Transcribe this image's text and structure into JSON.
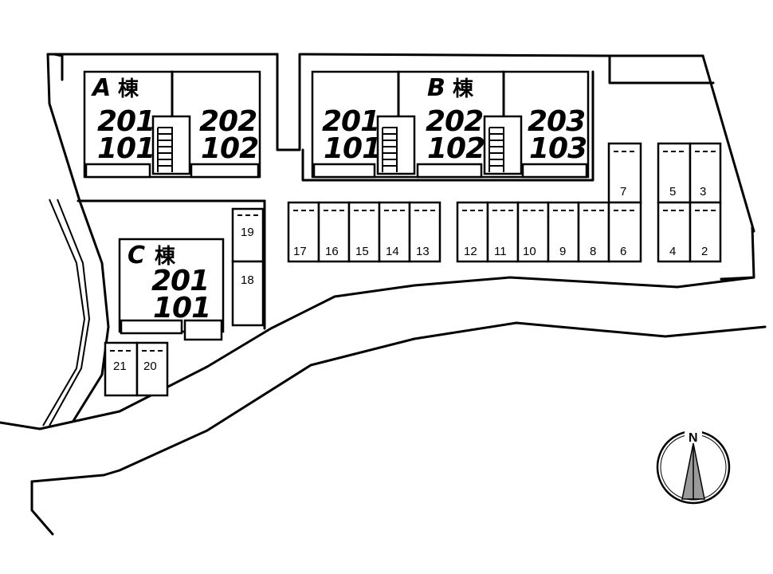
{
  "buildings": {
    "a": {
      "title_letter": "A",
      "title_suffix": "棟",
      "units": [
        "201",
        "101",
        "202",
        "102"
      ]
    },
    "b": {
      "title_letter": "B",
      "title_suffix": "棟",
      "units": [
        "201",
        "101",
        "202",
        "102",
        "203",
        "103"
      ]
    },
    "c": {
      "title_letter": "C",
      "title_suffix": "棟",
      "units": [
        "201",
        "101"
      ]
    }
  },
  "parking": {
    "row_top_right": [
      "7",
      "5",
      "3"
    ],
    "row_main": [
      "17",
      "16",
      "15",
      "14",
      "13",
      "12",
      "11",
      "10",
      "9",
      "8",
      "6",
      "4",
      "2"
    ],
    "left_column": [
      "19",
      "18"
    ],
    "bottom_left": [
      "21",
      "20"
    ]
  },
  "compass": {
    "label": "N"
  }
}
